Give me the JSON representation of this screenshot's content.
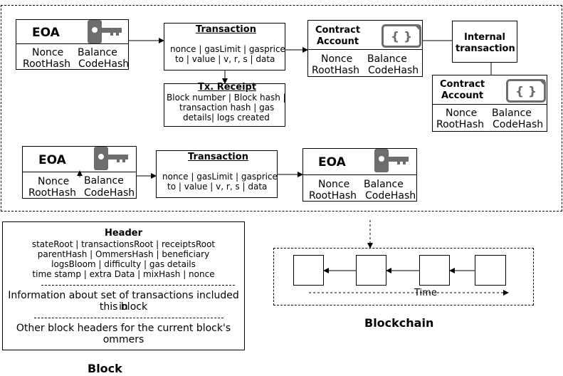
{
  "top_eoa": {
    "title": "EOA",
    "nonce": "Nonce",
    "balance": "Balance",
    "roothash": "RootHash",
    "codehash": "CodeHash"
  },
  "top_tx": {
    "title": "Transaction",
    "line1": "nonce | gasLimit | gasprice",
    "line2": "to | value |  v, r, s |  data"
  },
  "receipt": {
    "title": "Tx. Receipt",
    "line1": "Block number | Block hash |",
    "line2": "transaction hash | gas",
    "line3": "details| logs created"
  },
  "contract1": {
    "title1": "Contract",
    "title2": "Account",
    "nonce": "Nonce",
    "balance": "Balance",
    "roothash": "RootHash",
    "codehash": "CodeHash"
  },
  "internal_tx": {
    "line1": "Internal",
    "line2": "transaction"
  },
  "contract2": {
    "title1": "Contract",
    "title2": "Account",
    "nonce": "Nonce",
    "balance": "Balance",
    "roothash": "RootHash",
    "codehash": "CodeHash"
  },
  "bottom_eoa1": {
    "title": "EOA",
    "nonce": "Nonce",
    "balance": "Balance",
    "roothash": "RootHash",
    "codehash": "CodeHash"
  },
  "bottom_tx": {
    "title": "Transaction",
    "line1": "nonce | gasLimit | gasprice",
    "line2": "to | value |  v, r, s |  data"
  },
  "bottom_eoa2": {
    "title": "EOA",
    "nonce": "Nonce",
    "balance": "Balance",
    "roothash": "RootHash",
    "codehash": "CodeHash"
  },
  "block": {
    "header_title": "Header",
    "h1": "stateRoot | transactionsRoot | receiptsRoot",
    "h2": "parentHash | OmmersHash | beneficiary",
    "h3": "logsBloom | difficulty | gas details",
    "h4": "time stamp | extra Data | mixHash | nonce",
    "tx_info1": "Information about set of transactions included in",
    "tx_info2": "this block",
    "ommers1": "Other block headers for the current block's",
    "ommers2": "ommers",
    "caption": "Block"
  },
  "blockchain": {
    "time_label": "Time",
    "caption": "Blockchain"
  },
  "icons": {
    "key": "key-icon",
    "contract": "curly-braces-icon",
    "color": "#6d6d6d"
  }
}
